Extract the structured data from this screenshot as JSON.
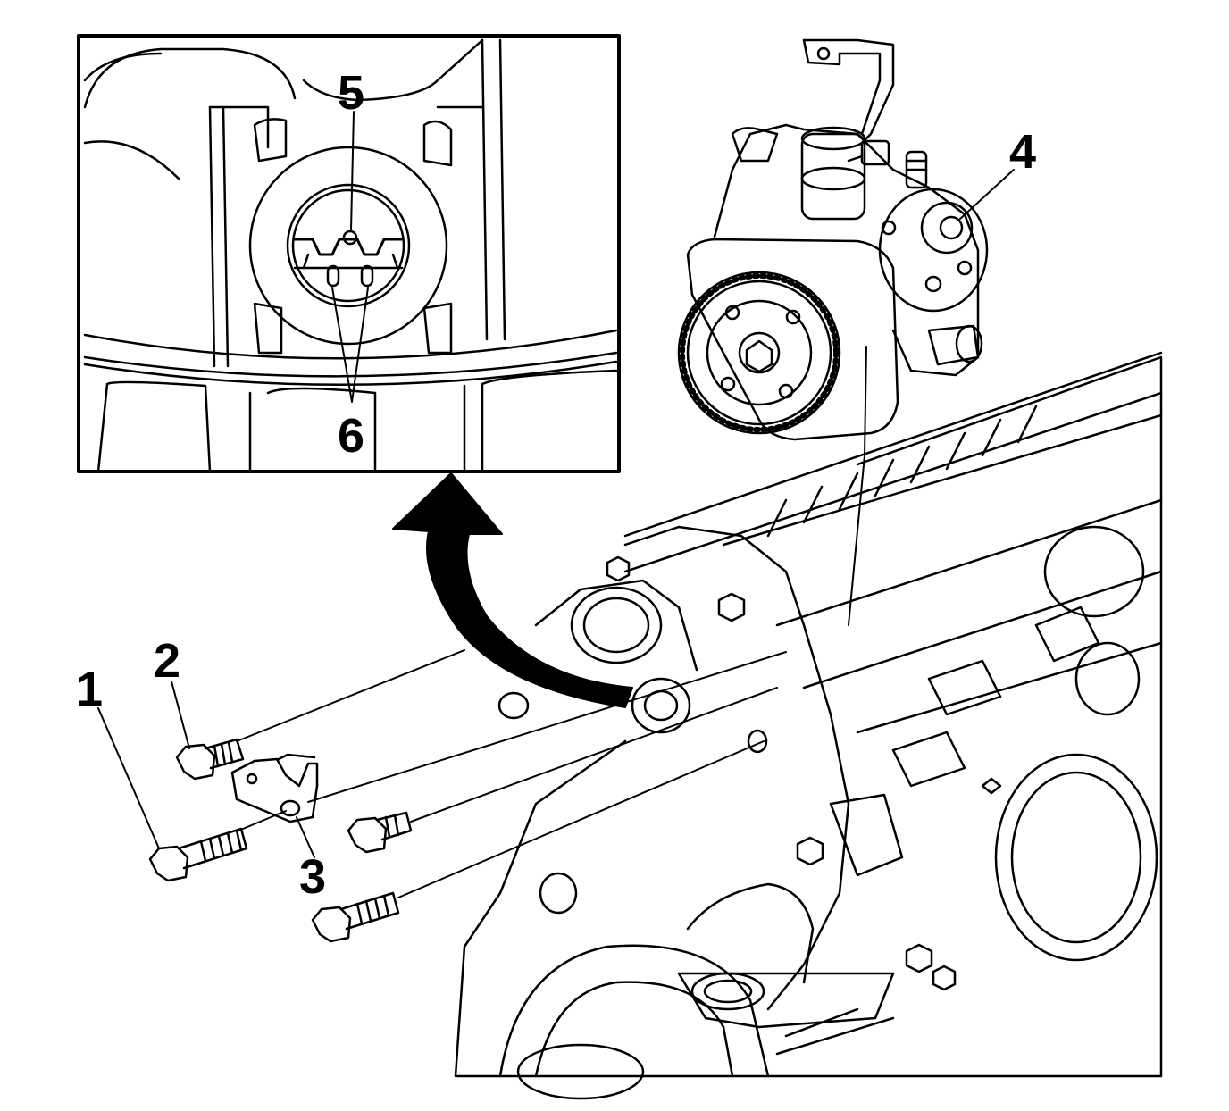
{
  "diagram": {
    "callouts": {
      "c1": "1",
      "c2": "2",
      "c3": "3",
      "c4": "4",
      "c5": "5",
      "c6": "6"
    },
    "colors": {
      "line": "#000000",
      "background": "#ffffff",
      "arrow": "#000000"
    }
  }
}
